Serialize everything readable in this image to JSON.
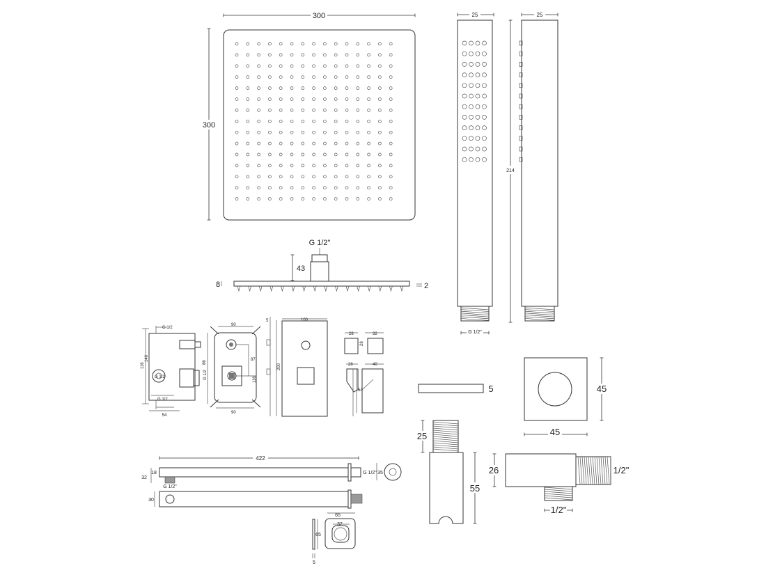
{
  "diagram": {
    "shower_head": {
      "width": "300",
      "height": "300",
      "thread": "G 1/2\"",
      "connector_height": "43",
      "thickness": "8",
      "edge": "2"
    },
    "hand_shower": {
      "width_front": "25",
      "width_side": "25",
      "length": "214",
      "thread": "G 1/2\""
    },
    "valve_body": {
      "labels": [
        "G 1/2",
        "G 1/2",
        "G 1/2",
        "G 1/2",
        "116",
        "140",
        "86",
        "87",
        "90",
        "5",
        "100",
        "200",
        "28",
        "32",
        "28",
        "40",
        "54"
      ]
    },
    "shower_arm": {
      "length": "422",
      "height": "18",
      "offset": "32",
      "thread": "G 1/2\"",
      "flange": "35",
      "width": "30",
      "thread_bottom": "G 1/2\""
    },
    "wall_bracket": {
      "width": "65",
      "inner": "32",
      "height": "65",
      "depth": "5"
    },
    "square_flange": {
      "thickness": "5",
      "height": "45",
      "width": "45"
    },
    "holder": {
      "thread_length": "25",
      "body_height": "55"
    },
    "elbow": {
      "height": "26",
      "thread_right": "1/2\"",
      "thread_bottom": "1/2\""
    }
  }
}
